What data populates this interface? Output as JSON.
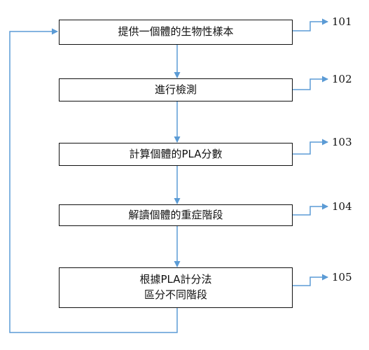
{
  "steps": [
    {
      "id": "101",
      "lines": [
        "提供一個體的生物性樣本"
      ]
    },
    {
      "id": "102",
      "lines": [
        "進行檢測"
      ]
    },
    {
      "id": "103",
      "lines": [
        "計算個體的PLA分數"
      ]
    },
    {
      "id": "104",
      "lines": [
        "解讀個體的重症階段"
      ]
    },
    {
      "id": "105",
      "lines": [
        "根據PLA計分法",
        "區分不同階段"
      ]
    }
  ],
  "colors": {
    "connector": "#5b9bd5",
    "box_border": "#111111",
    "text": "#111111"
  }
}
